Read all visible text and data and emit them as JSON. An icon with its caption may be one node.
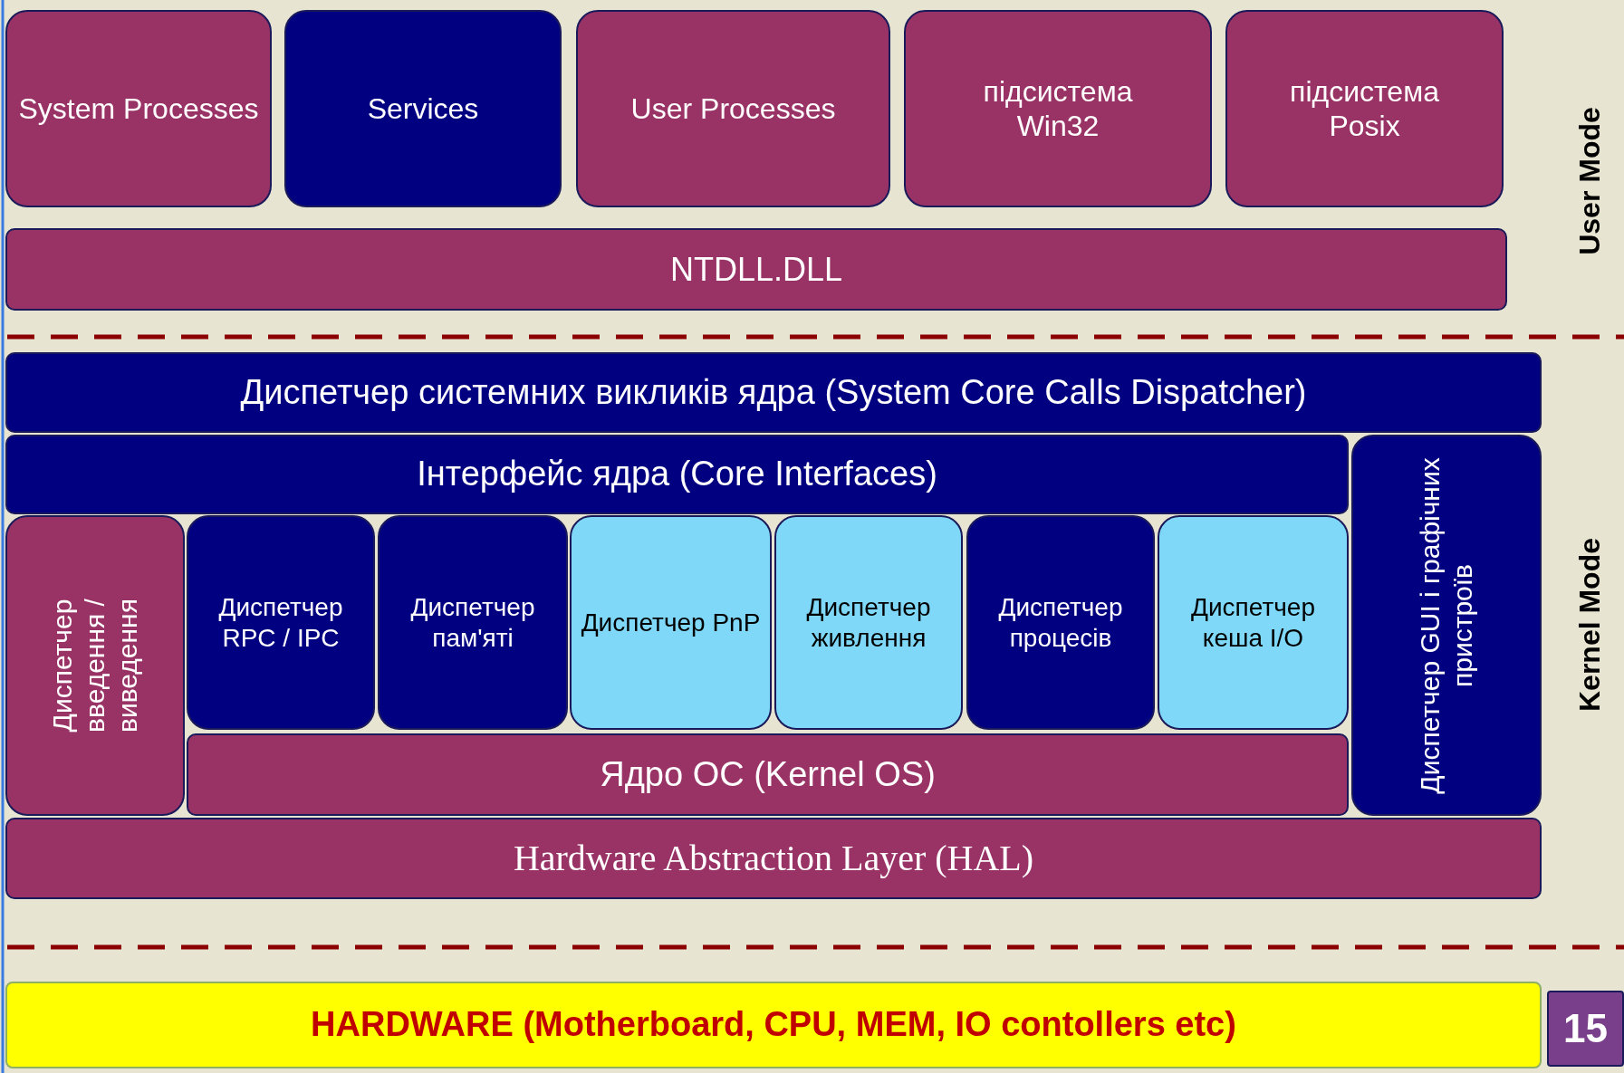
{
  "diagram": {
    "nodes": [
      {
        "text": [
          "System Processes"
        ]
      },
      {
        "text": [
          "Services"
        ]
      },
      {
        "text": [
          "User Processes"
        ]
      },
      {
        "text": [
          "підсистема Win32"
        ]
      },
      {
        "text": [
          "підсистема Posix"
        ]
      },
      {
        "text": [
          "NTDLL.DLL"
        ]
      },
      {
        "text": [
          "Диспетчер системних викликів ядра (System Core Calls Dispatcher)"
        ]
      },
      {
        "text": [
          "Інтерфейс ядра (Core Interfaces)"
        ]
      },
      {
        "text": [
          "Диспетчер GUI і графічних пристроїв"
        ]
      },
      {
        "text": [
          "Диспетчер введення / виведення"
        ]
      },
      {
        "text": [
          "Диспетчер RPC / IPC"
        ]
      },
      {
        "text": [
          "Диспетчер пам'яті"
        ]
      },
      {
        "text": [
          "Диспетчер PnP"
        ]
      },
      {
        "text": [
          "Диспетчер живлення"
        ]
      },
      {
        "text": [
          "Диспетчер процесів"
        ]
      },
      {
        "text": [
          "Диспетчер кеша I/O"
        ]
      },
      {
        "text": [
          "Ядро ОС (Kernel OS)"
        ]
      },
      {
        "text": [
          "Hardware Abstraction Layer (HAL)"
        ]
      },
      {
        "text": [
          "HARDWARE (Motherboard, CPU, MEM, IO contollers etc)"
        ]
      },
      {
        "text": [
          "15"
        ]
      }
    ],
    "edges": [],
    "labels": [
      "User Mode",
      "Kernel Mode"
    ]
  }
}
